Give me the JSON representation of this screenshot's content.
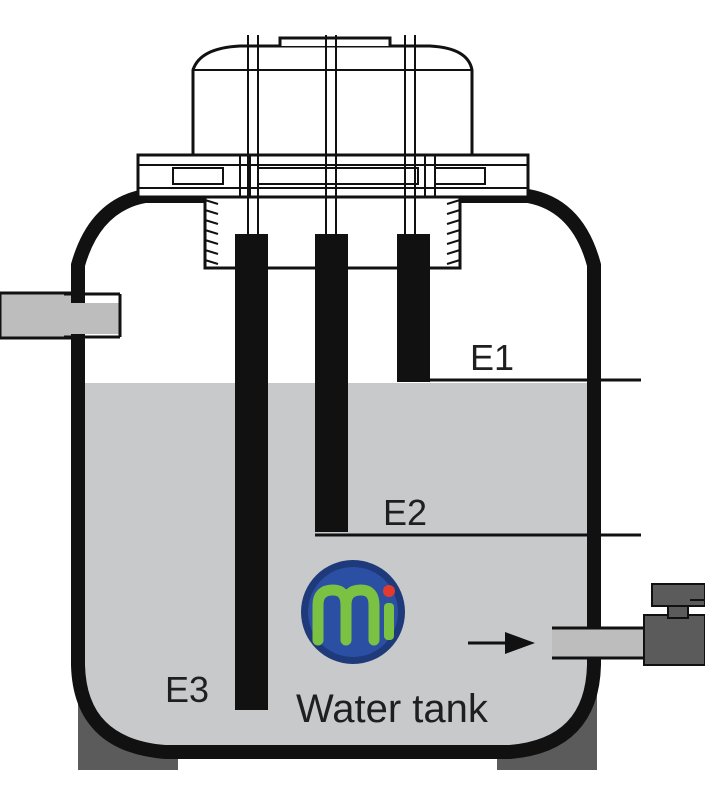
{
  "labels": {
    "e1": "E1",
    "e2": "E2",
    "e3": "E3",
    "caption": "Water tank"
  },
  "logo": {
    "text": "mi",
    "colors": {
      "ring": "#1f3a7a",
      "inner": "#2b4fa3",
      "letters": "#7cc242",
      "dot": "#e23b2e"
    }
  },
  "colors": {
    "outline": "#111111",
    "water": "#c8c9cb",
    "pipe": "#bdbdbd",
    "support": "#5b5b5b",
    "cap": "#ffffff"
  },
  "icons": [
    "water-tank",
    "electrode",
    "inlet-pipe",
    "outlet-pipe",
    "valve",
    "flow-arrow",
    "brand-logo"
  ]
}
